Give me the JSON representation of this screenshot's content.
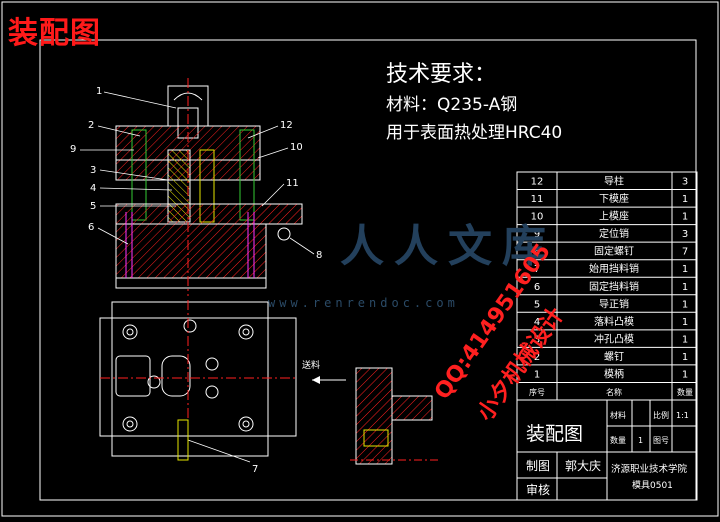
{
  "frame_title": "装配图",
  "tech_requirements": {
    "heading": "技术要求：",
    "line1": "材料：Q235-A钢",
    "line2": "用于表面热处理HRC40"
  },
  "callouts": [
    "1",
    "2",
    "9",
    "3",
    "4",
    "5",
    "6",
    "12",
    "10",
    "11",
    "8",
    "7"
  ],
  "arrow_label": "送料",
  "bom": [
    {
      "no": "12",
      "name": "导柱",
      "qty": "3"
    },
    {
      "no": "11",
      "name": "下模座",
      "qty": "1"
    },
    {
      "no": "10",
      "name": "上模座",
      "qty": "1"
    },
    {
      "no": "9",
      "name": "定位销",
      "qty": "3"
    },
    {
      "no": "8",
      "name": "固定螺钉",
      "qty": "7"
    },
    {
      "no": "7",
      "name": "始用挡料销",
      "qty": "1"
    },
    {
      "no": "6",
      "name": "固定挡料销",
      "qty": "1"
    },
    {
      "no": "5",
      "name": "导正销",
      "qty": "1"
    },
    {
      "no": "4",
      "name": "落料凸模",
      "qty": "1"
    },
    {
      "no": "3",
      "name": "冲孔凸模",
      "qty": "1"
    },
    {
      "no": "2",
      "name": "螺钉",
      "qty": "1"
    },
    {
      "no": "1",
      "name": "模柄",
      "qty": "1"
    }
  ],
  "bom_header": {
    "no": "序号",
    "name": "名称",
    "qty": "数量"
  },
  "title_block": {
    "drawing_title": "装配图",
    "material_label": "材料",
    "scale_label": "比例",
    "scale_value": "1:1",
    "qty_label": "数量",
    "qty_value": "1",
    "sheet_label": "图号",
    "drawn_label": "制图",
    "drawn_by": "郭大庆",
    "checked_label": "审核",
    "school": "济源职业技术学院",
    "class": "模具0501"
  },
  "watermark": {
    "brand": "人人文库",
    "url": "www.renrendoc.com",
    "qq": "QQ:414951605",
    "shop": "小夕机械设计"
  },
  "colors": {
    "background": "#000000",
    "line": "#ffffff",
    "red": "#ff2020",
    "green": "#33cc33",
    "yellow": "#e6e600",
    "cyan": "#00cccc",
    "magenta": "#ff33ff"
  }
}
